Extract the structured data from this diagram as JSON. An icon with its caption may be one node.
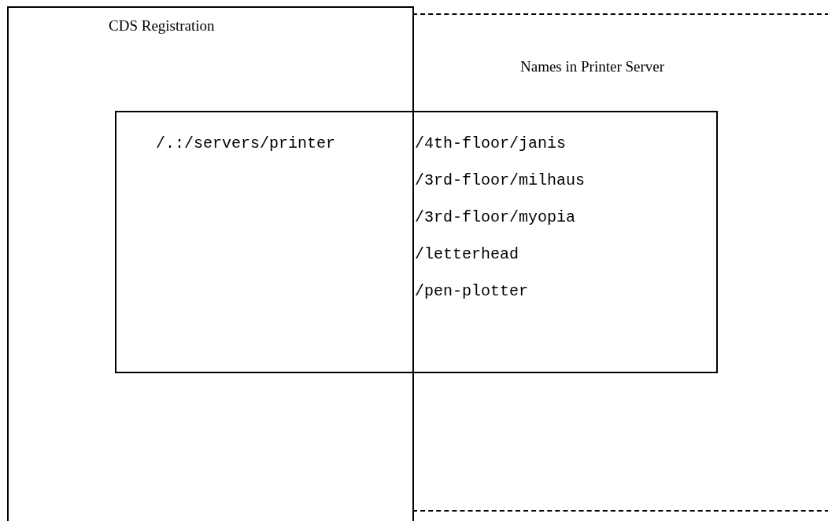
{
  "diagram": {
    "nodes": [
      {
        "text": [
          "CDS Registration"
        ]
      },
      {
        "text": [
          "Names in Printer Server"
        ]
      },
      {
        "text": [
          "/.:/servers/printer",
          "/4th-floor/janis",
          "/3rd-floor/milhaus",
          "/3rd-floor/myopia",
          "/letterhead",
          "/pen-plotter"
        ]
      }
    ],
    "edges": []
  }
}
